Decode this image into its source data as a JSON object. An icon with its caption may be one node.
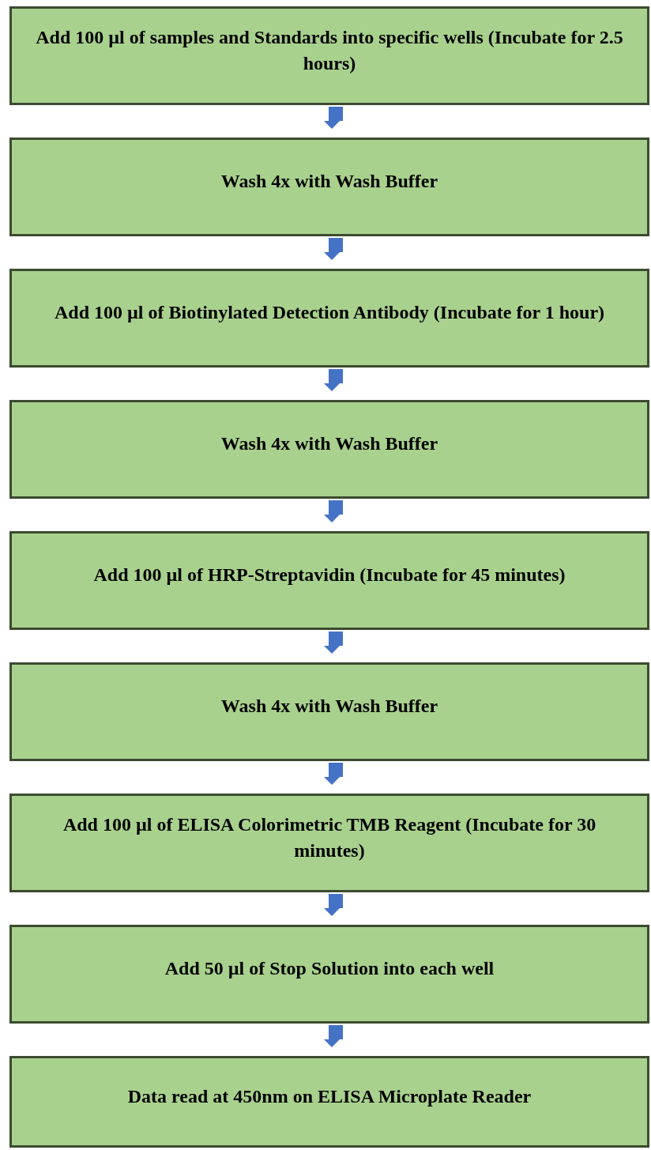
{
  "diagram": {
    "nodes": [
      {
        "text": [
          "Add 100 µl of samples and Standards into specific wells (Incubate for 2.5 hours)"
        ]
      },
      {
        "text": [
          "Wash 4x with Wash Buffer"
        ]
      },
      {
        "text": [
          "Add 100 µl of Biotinylated Detection Antibody (Incubate for 1 hour)"
        ]
      },
      {
        "text": [
          "Wash 4x with Wash Buffer"
        ]
      },
      {
        "text": [
          "Add 100 µl of HRP-Streptavidin (Incubate for 45 minutes)"
        ]
      },
      {
        "text": [
          "Wash 4x with Wash Buffer"
        ]
      },
      {
        "text": [
          "Add 100 µl of ELISA Colorimetric TMB Reagent (Incubate for 30 minutes)"
        ]
      },
      {
        "text": [
          "Add 50 µl of Stop Solution into each well"
        ]
      },
      {
        "text": [
          "Data read at 450nm on ELISA Microplate Reader"
        ]
      }
    ],
    "edges": [
      {
        "from": 0,
        "to": 1,
        "arrow": "to"
      },
      {
        "from": 1,
        "to": 2,
        "arrow": "to"
      },
      {
        "from": 2,
        "to": 3,
        "arrow": "to"
      },
      {
        "from": 3,
        "to": 4,
        "arrow": "to"
      },
      {
        "from": 4,
        "to": 5,
        "arrow": "to"
      },
      {
        "from": 5,
        "to": 6,
        "arrow": "to"
      },
      {
        "from": 6,
        "to": 7,
        "arrow": "to"
      },
      {
        "from": 7,
        "to": 8,
        "arrow": "to"
      }
    ]
  }
}
